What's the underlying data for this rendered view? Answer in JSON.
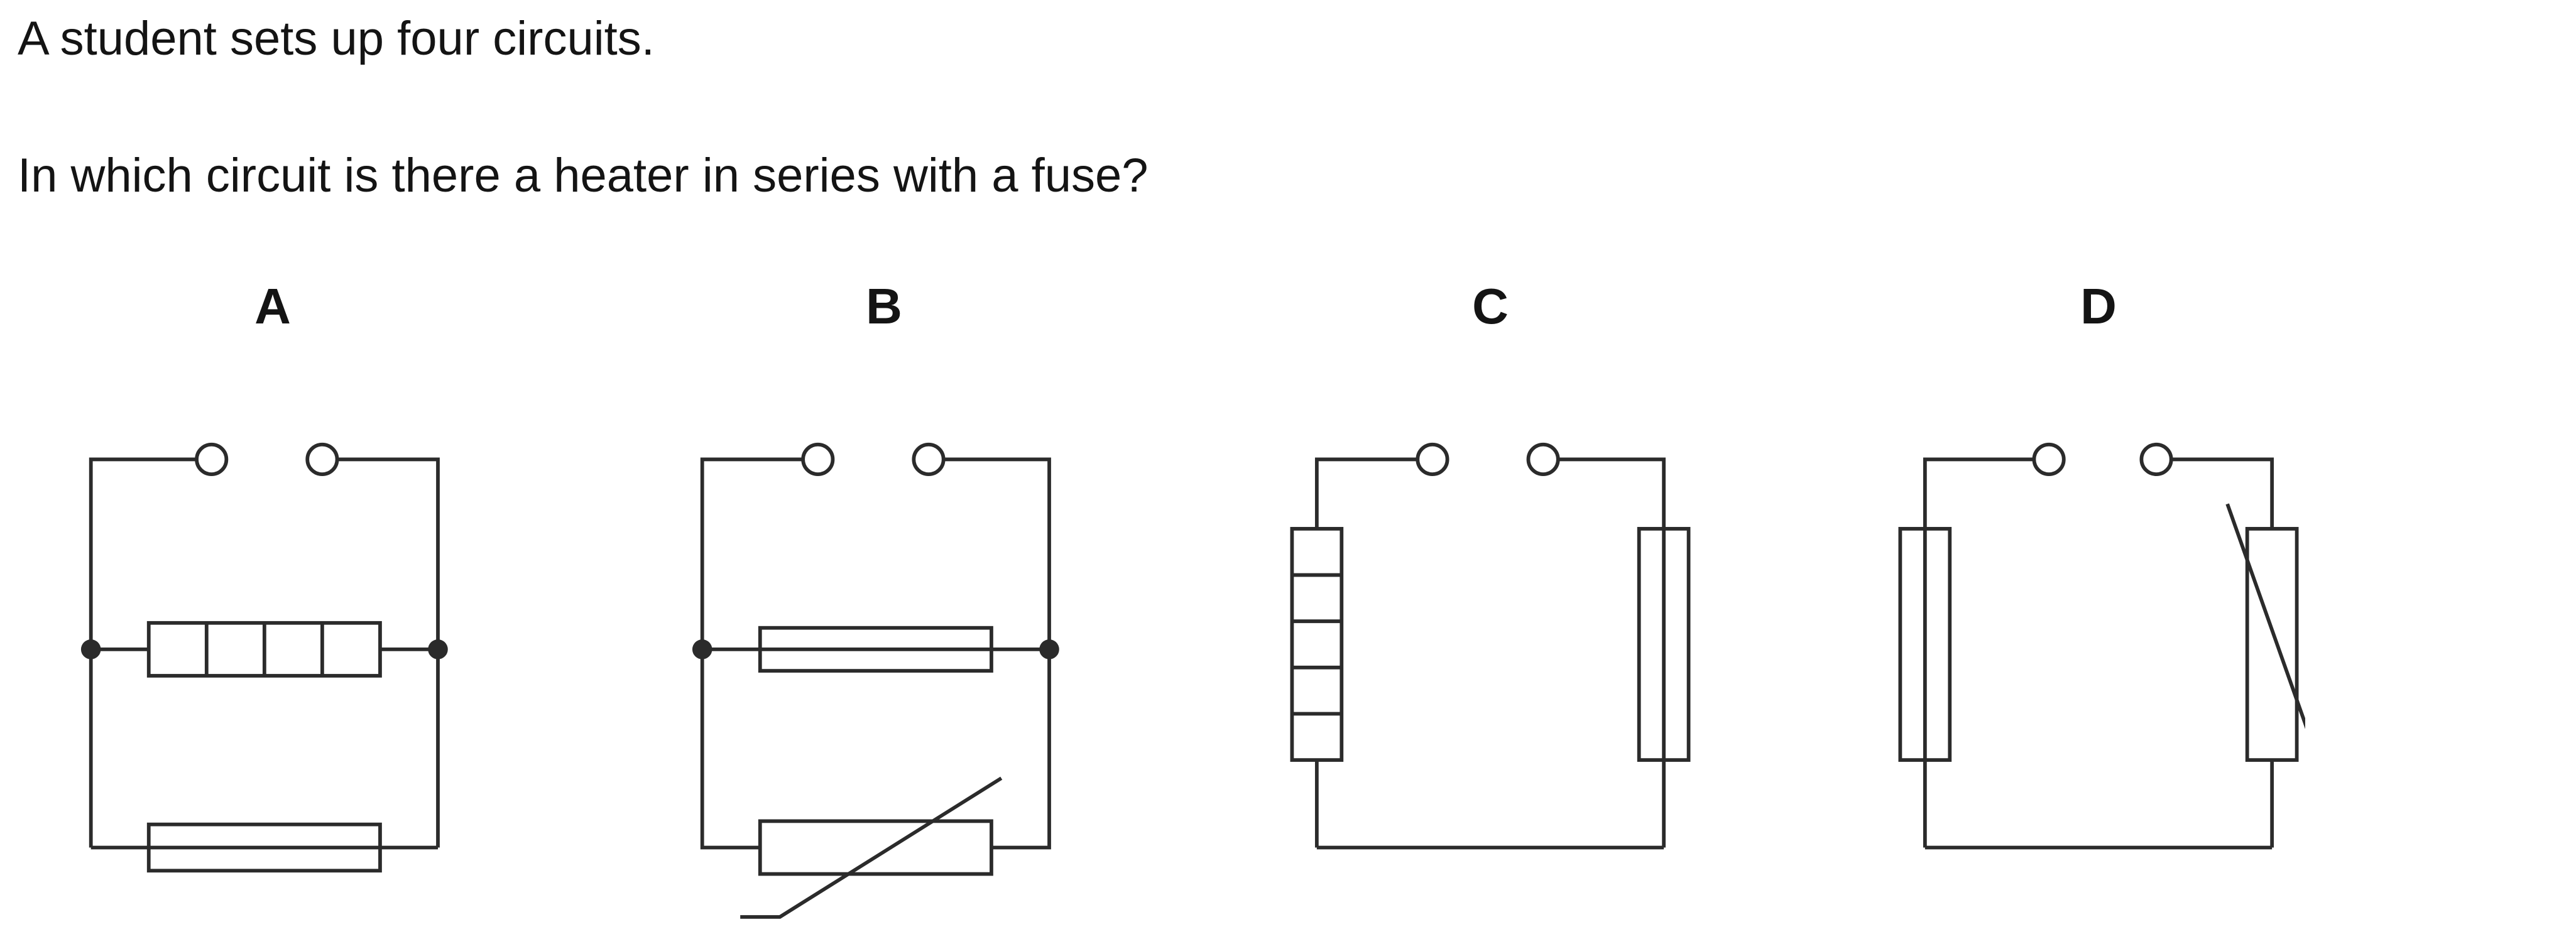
{
  "question": {
    "line1": "A student sets up four circuits.",
    "line2": "In which circuit is there a heater in series with a fuse?"
  },
  "circuits": [
    {
      "label": "A",
      "components": "open switch, heater in parallel with fuse"
    },
    {
      "label": "B",
      "components": "open switch, fuse in parallel with thermistor"
    },
    {
      "label": "C",
      "components": "open switch, heater in series with fuse"
    },
    {
      "label": "D",
      "components": "open switch, fuse in series with thermistor"
    }
  ],
  "colors": {
    "line": "#2b2b2b",
    "text": "#141414",
    "background": "#ffffff"
  }
}
